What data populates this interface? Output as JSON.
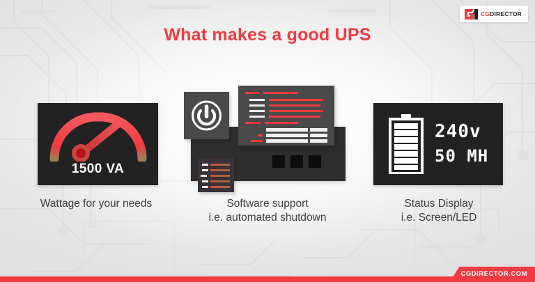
{
  "brand": {
    "logo_cg": "CG",
    "logo_director": "DIRECTOR",
    "logo_mark_icon": "cgdirector-g-mark-icon",
    "footer_text": "CGDIRECTOR.COM"
  },
  "header": {
    "title": "What makes a good UPS"
  },
  "colors": {
    "accent_red": "#ef3b41",
    "card_dark": "#222222",
    "panel_gray": "#4a4a4a",
    "base_gray": "#2d2d2d",
    "text_dark": "#3c3c3c",
    "background": "#ededed"
  },
  "columns": [
    {
      "id": "wattage",
      "icon": "speedometer-gauge-icon",
      "value_label": "1500 VA",
      "caption_line1": "Wattage for your needs",
      "caption_line2": ""
    },
    {
      "id": "software",
      "icon": "power-button-icon",
      "caption_line1": "Software support",
      "caption_line2": "i.e. automated shutdown"
    },
    {
      "id": "status-display",
      "icon": "battery-full-icon",
      "lcd_line1": "240v",
      "lcd_line2": "50 MH",
      "caption_line1": "Status Display",
      "caption_line2": "i.e. Screen/LED"
    }
  ]
}
